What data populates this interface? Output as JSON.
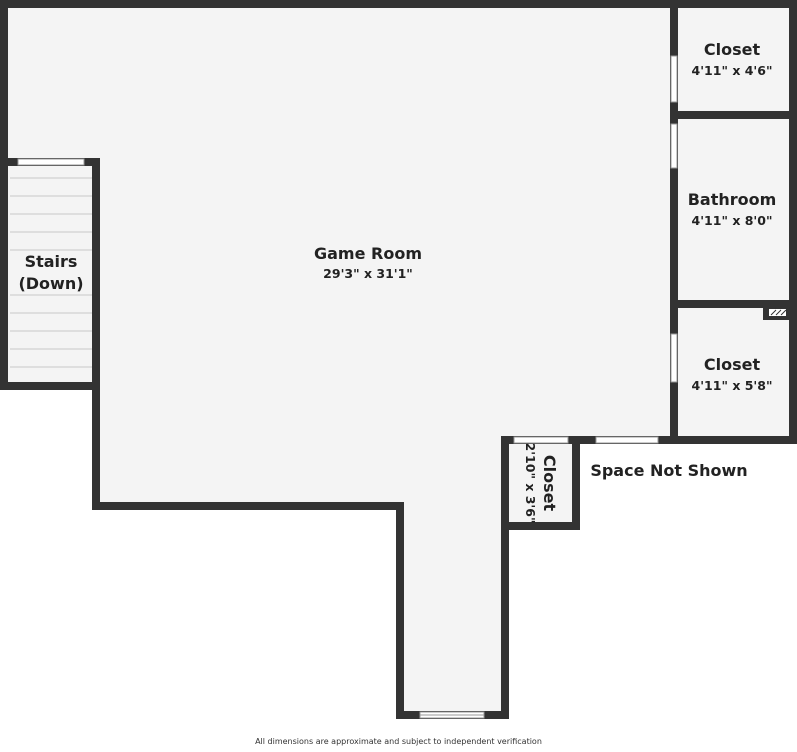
{
  "rooms": [
    {
      "id": "game-room",
      "name": "Game Room",
      "dims": "29'3\" x 31'1\""
    },
    {
      "id": "stairs",
      "name_line1": "Stairs",
      "name_line2": "(Down)"
    },
    {
      "id": "closet-top",
      "name": "Closet",
      "dims": "4'11\" x 4'6\""
    },
    {
      "id": "bathroom",
      "name": "Bathroom",
      "dims": "4'11\" x 8'0\""
    },
    {
      "id": "closet-mid",
      "name": "Closet",
      "dims": "4'11\" x 5'8\""
    },
    {
      "id": "closet-small",
      "name": "Closet",
      "dims": "2'10\" x 3'6\""
    }
  ],
  "space_note": "Space Not Shown",
  "disclaimer": "All dimensions are approximate and subject to independent verification",
  "colors": {
    "wall": "#333333",
    "floor": "#f4f4f4",
    "background": "#ffffff"
  }
}
